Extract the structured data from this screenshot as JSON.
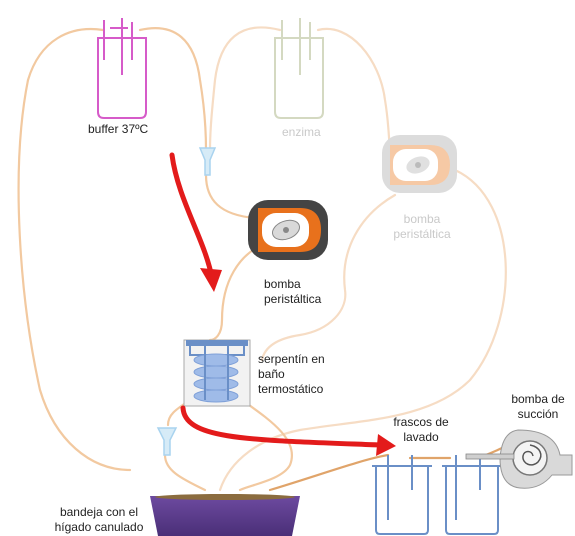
{
  "labels": {
    "buffer": "buffer 37ºC",
    "enzima": "enzima",
    "pump_faded_1": "bomba",
    "pump_faded_2": "peristáltica",
    "pump_active_1": "bomba",
    "pump_active_2": "peristáltica",
    "coil_1": "serpentín en",
    "coil_2": "baño",
    "coil_3": "termostático",
    "flasks_1": "frascos de",
    "flasks_2": "lavado",
    "suction_1": "bomba de",
    "suction_2": "succión",
    "tray_1": "bandeja con el",
    "tray_2": "hígado canulado"
  },
  "colors": {
    "tube": "#f2c9a0",
    "tube_dark": "#e0a46a",
    "buffer_vessel": "#d65bc9",
    "enzyme_vessel": "#c9cfb0",
    "pump_active": "#e8711c",
    "pump_faded": "#f6c9a5",
    "coil": "#8fb1e6",
    "flasks": "#6a8fc7",
    "tray": "#5b3d8c",
    "arrow": "#e31b1b",
    "connector": "#a9d3ef"
  }
}
